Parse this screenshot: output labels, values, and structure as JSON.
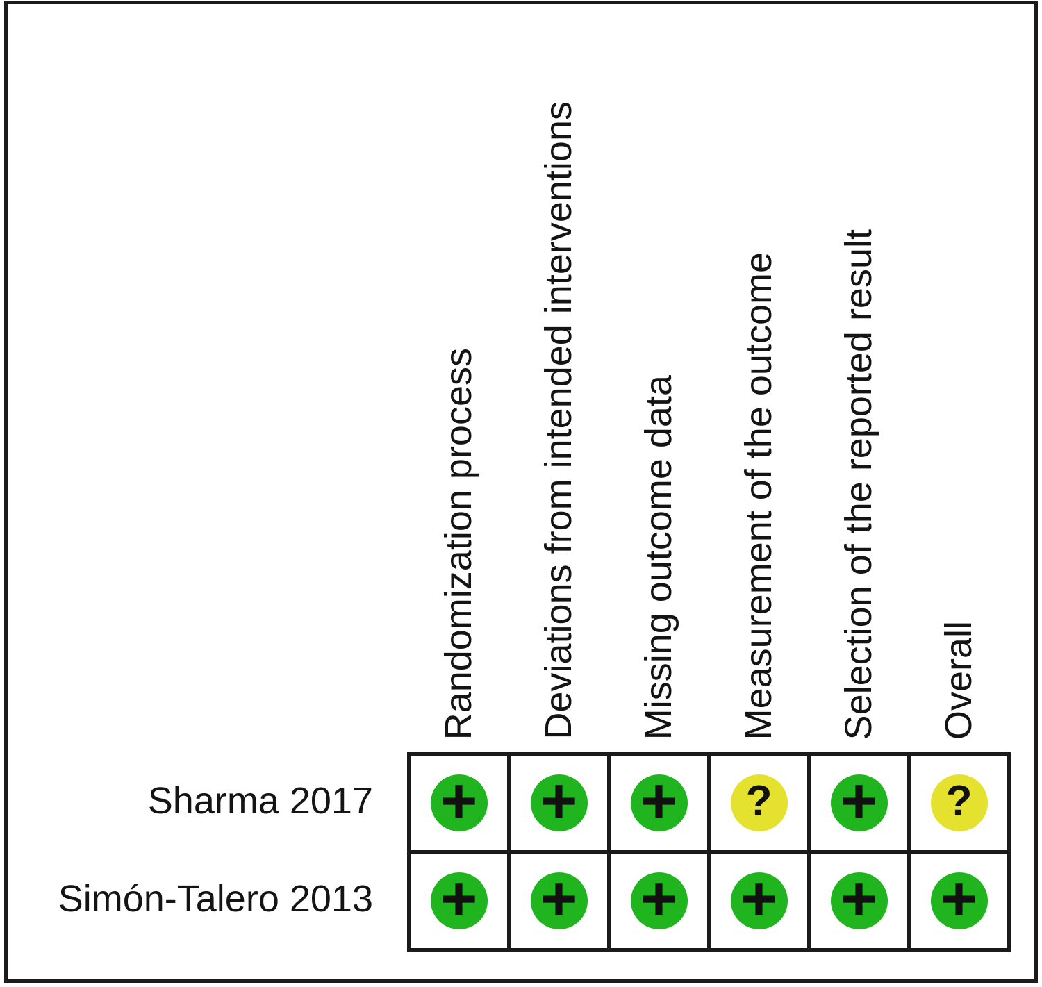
{
  "chart_data": {
    "type": "heatmap",
    "title": "",
    "columns": [
      "Randomization process",
      "Deviations from intended interventions",
      "Missing outcome data",
      "Measurement of the outcome",
      "Selection of the reported result",
      "Overall"
    ],
    "rows": [
      {
        "study": "Sharma 2017"
      },
      {
        "study": "Simón-Talero 2013"
      }
    ],
    "judgements": [
      [
        "low",
        "low",
        "low",
        "some-concerns",
        "low",
        "some-concerns"
      ],
      [
        "low",
        "low",
        "low",
        "low",
        "low",
        "low"
      ]
    ],
    "values": [
      [
        "+",
        "+",
        "+",
        "?",
        "+",
        "?"
      ],
      [
        "+",
        "+",
        "+",
        "+",
        "+",
        "+"
      ]
    ],
    "symbols": {
      "low": "+",
      "some-concerns": "?"
    },
    "colors": {
      "low": "#20b41e",
      "some-concerns": "#e5e22f",
      "symbol": "#111111",
      "grid_line": "#1b1b1b"
    },
    "layout": {
      "grid": "on",
      "legend_position": "none"
    }
  }
}
